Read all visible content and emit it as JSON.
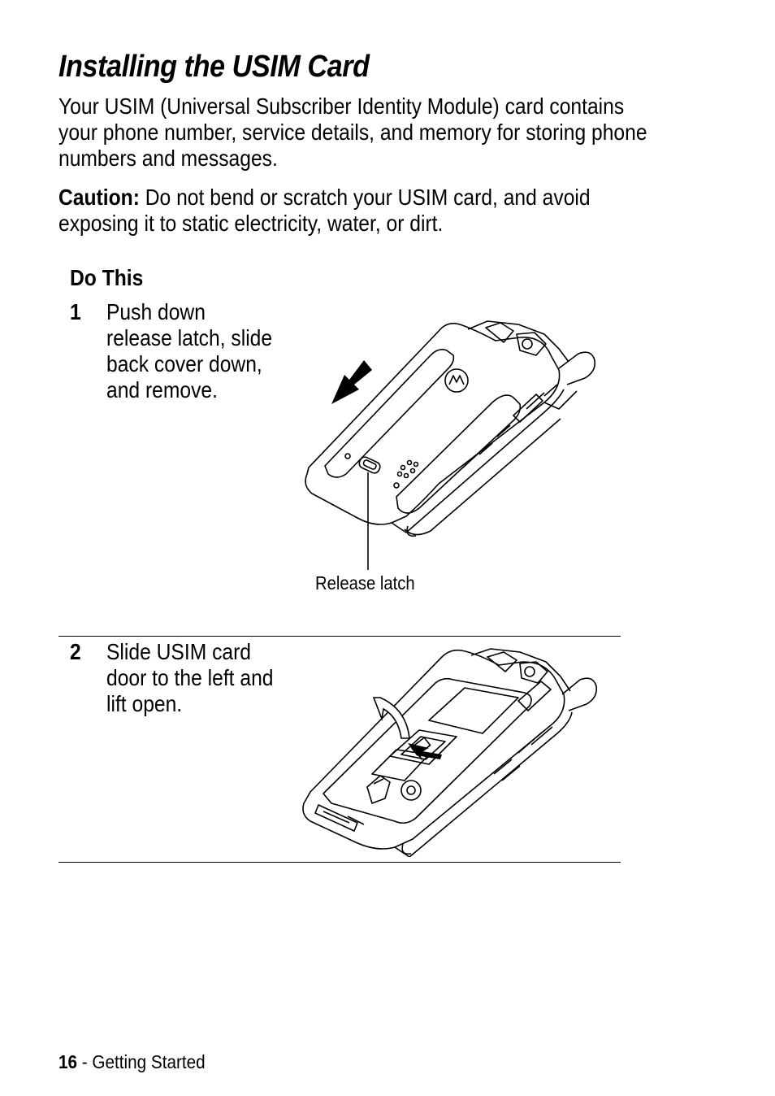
{
  "title": "Installing the USIM Card",
  "intro": "Your USIM (Universal Subscriber Identity Module) card contains\nyour phone number, service details, and memory for storing phone\nnumbers and messages.",
  "caution": {
    "label": "Caution:",
    "text": " Do not bend or scratch your USIM card, and avoid\nexposing it to static electricity, water, or dirt."
  },
  "table": {
    "header": "Do This",
    "steps": [
      {
        "number": "1",
        "text": "Push down\nrelease latch, slide\nback cover down,\nand remove.",
        "callout": "Release latch"
      },
      {
        "number": "2",
        "text": "Slide USIM card\ndoor to the left and\nlift open."
      }
    ]
  },
  "footer": {
    "page_number": "16",
    "section": " - Getting Started"
  }
}
